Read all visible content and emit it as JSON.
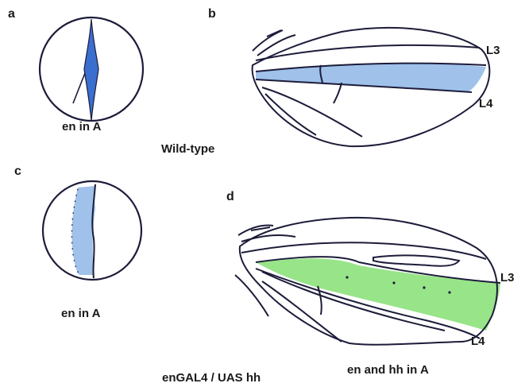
{
  "panels": {
    "a": {
      "letter": "a",
      "caption": "en in A"
    },
    "b": {
      "letter": "b",
      "vein_upper": "L3",
      "vein_lower": "L4"
    },
    "c": {
      "letter": "c",
      "caption": "en in A"
    },
    "d": {
      "letter": "d",
      "vein_upper": "L3",
      "vein_lower": "L4",
      "caption": "en and hh in A"
    }
  },
  "row_labels": {
    "top": "Wild-type",
    "bottom": "enGAL4 / UAS hh"
  },
  "colors": {
    "outline": "#1c1c3a",
    "en_blue": "#9fc1ea",
    "en_dark_blue": "#3a6fd0",
    "hh_green": "#98e489",
    "background": "#ffffff"
  }
}
